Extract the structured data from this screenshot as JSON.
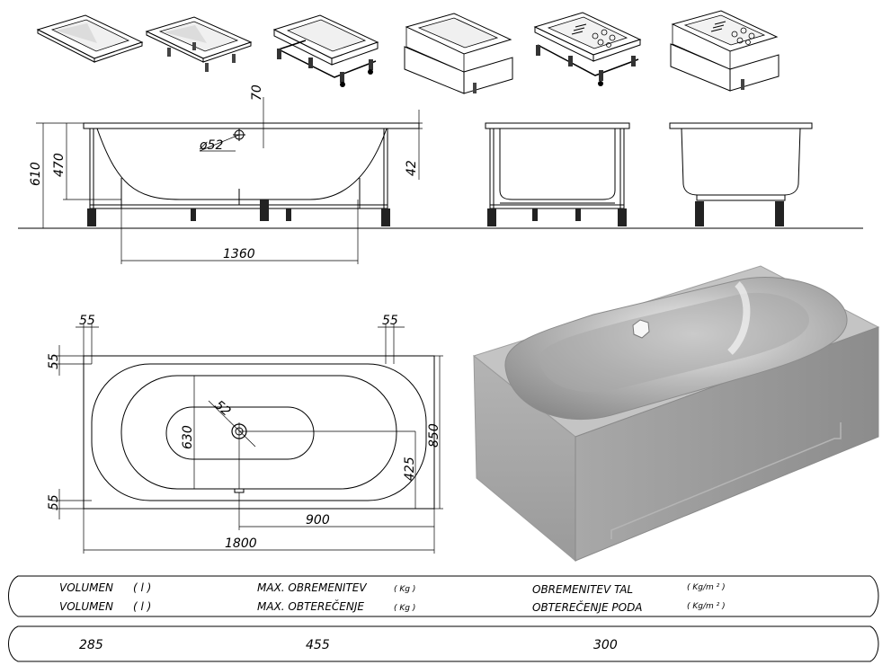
{
  "views": {
    "thumbnails": [
      "bathtub-plain-icon",
      "bathtub-legs-icon",
      "bathtub-frame-wheels-icon",
      "bathtub-panel-icon",
      "bathtub-frame-hydro-icon",
      "bathtub-panel-hydro-icon"
    ]
  },
  "dimensions": {
    "side_overflow_height": "70",
    "side_drain_diameter": "ø52",
    "side_total_height": "610",
    "side_rim_height": "470",
    "side_rim_thickness": "42",
    "side_bottom_length": "1360",
    "plan_left_leg": "55",
    "plan_right_leg": "55",
    "plan_top_edge": "55",
    "plan_bottom_edge": "55",
    "plan_inner_width": "630",
    "plan_drain_diameter": "52",
    "plan_total_width": "850",
    "plan_drain_offset": "425",
    "plan_drain_length": "900",
    "plan_total_length": "1800"
  },
  "table": {
    "volume_label_1": "VOLUMEN",
    "volume_unit_1": "( l )",
    "volume_label_2": "VOLUMEN",
    "volume_unit_2": "( l )",
    "load_label_1": "MAX.  OBREMENITEV",
    "load_unit_1": "( Kg )",
    "load_label_2": "MAX.  OBTEREČENJE",
    "load_unit_2": "( Kg )",
    "floor_label_1": "OBREMENITEV  TAL",
    "floor_unit_1": "( Kg/m ² )",
    "floor_label_2": "OBTEREČENJE  PODA",
    "floor_unit_2": "( Kg/m ² )",
    "volume_value": "285",
    "load_value": "455",
    "floor_value": "300"
  }
}
